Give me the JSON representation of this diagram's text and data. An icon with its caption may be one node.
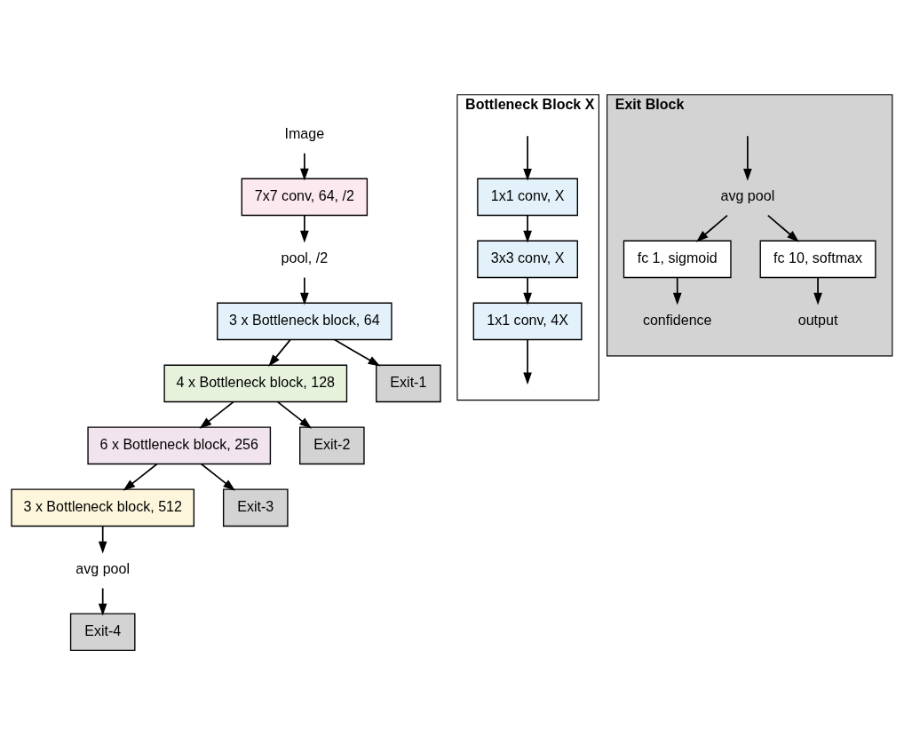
{
  "diagram": {
    "nodes": [
      {
        "text": [
          "Image"
        ]
      },
      {
        "text": [
          "7x7 conv, 64, /2"
        ]
      },
      {
        "text": [
          "pool, /2"
        ]
      },
      {
        "text": [
          "3 x Bottleneck block, 64"
        ]
      },
      {
        "text": [
          "4 x Bottleneck block, 128"
        ]
      },
      {
        "text": [
          "Exit-1"
        ]
      },
      {
        "text": [
          "6 x Bottleneck block, 256"
        ]
      },
      {
        "text": [
          "Exit-2"
        ]
      },
      {
        "text": [
          "3 x Bottleneck block, 512"
        ]
      },
      {
        "text": [
          "Exit-3"
        ]
      },
      {
        "text": [
          "avg pool"
        ]
      },
      {
        "text": [
          "Exit-4"
        ]
      },
      {
        "text": [
          "Bottleneck Block X"
        ]
      },
      {
        "text": [
          "1x1 conv, X"
        ],
        "in": 12
      },
      {
        "text": [
          "3x3 conv, X"
        ],
        "in": 12
      },
      {
        "text": [
          "1x1 conv, 4X"
        ],
        "in": 12
      },
      {
        "text": [
          "Exit Block"
        ]
      },
      {
        "text": [
          "avg pool"
        ],
        "in": 16
      },
      {
        "text": [
          "fc 1, sigmoid"
        ],
        "in": 16
      },
      {
        "text": [
          "fc 10, softmax"
        ],
        "in": 16
      },
      {
        "text": [
          "confidence"
        ],
        "in": 16
      },
      {
        "text": [
          "output"
        ],
        "in": 16
      }
    ],
    "edges": [
      {
        "from": 0,
        "to": 1,
        "arrow": "to"
      },
      {
        "from": 1,
        "to": 2,
        "arrow": "to"
      },
      {
        "from": 2,
        "to": 3,
        "arrow": "to"
      },
      {
        "from": 3,
        "to": 4,
        "arrow": "to"
      },
      {
        "from": 3,
        "to": 5,
        "arrow": "to"
      },
      {
        "from": 4,
        "to": 6,
        "arrow": "to"
      },
      {
        "from": 4,
        "to": 7,
        "arrow": "to"
      },
      {
        "from": 6,
        "to": 8,
        "arrow": "to"
      },
      {
        "from": 6,
        "to": 9,
        "arrow": "to"
      },
      {
        "from": 8,
        "to": 10,
        "arrow": "to"
      },
      {
        "from": 10,
        "to": 11,
        "arrow": "to"
      },
      {
        "from": null,
        "to": 13,
        "arrow": "to"
      },
      {
        "from": 13,
        "to": 14,
        "arrow": "to"
      },
      {
        "from": 14,
        "to": 15,
        "arrow": "to"
      },
      {
        "from": 15,
        "to": null,
        "arrow": "to"
      },
      {
        "from": null,
        "to": 17,
        "arrow": "to"
      },
      {
        "from": 17,
        "to": 18,
        "arrow": "to"
      },
      {
        "from": 17,
        "to": 19,
        "arrow": "to"
      },
      {
        "from": 18,
        "to": 20,
        "arrow": "to"
      },
      {
        "from": 19,
        "to": 21,
        "arrow": "to"
      }
    ]
  }
}
